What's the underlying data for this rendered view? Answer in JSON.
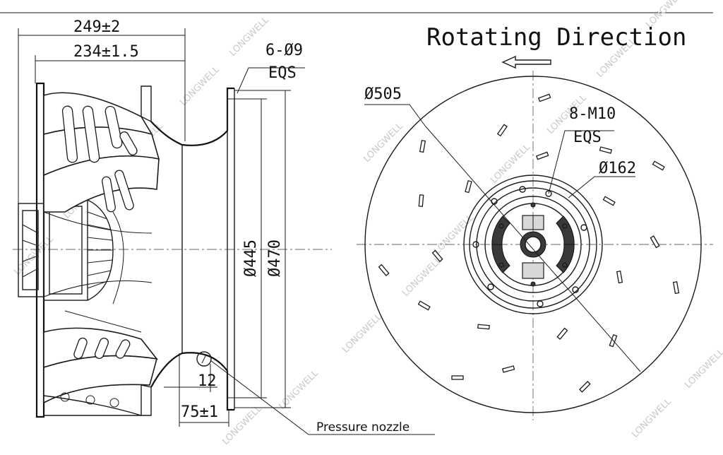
{
  "side_view": {
    "dim_overall_width": "249±2",
    "dim_blade_width": "234±1.5",
    "dim_mount_holes": "6-Ø9",
    "dim_mount_eqs": "EQS",
    "dim_inlet_diameter": "Ø445",
    "dim_outer_diameter": "Ø470",
    "dim_nozzle_offset": "12",
    "dim_inlet_depth": "75±1",
    "pressure_nozzle_label": "Pressure nozzle"
  },
  "front_view": {
    "title": "Rotating Direction",
    "rotation_arrow_icon": "arrow-left-icon",
    "dim_impeller_diameter": "Ø505",
    "dim_hub_bolts": "8-M10",
    "dim_hub_eqs": "EQS",
    "dim_hub_diameter": "Ø162"
  },
  "watermark": "LONGWELL"
}
